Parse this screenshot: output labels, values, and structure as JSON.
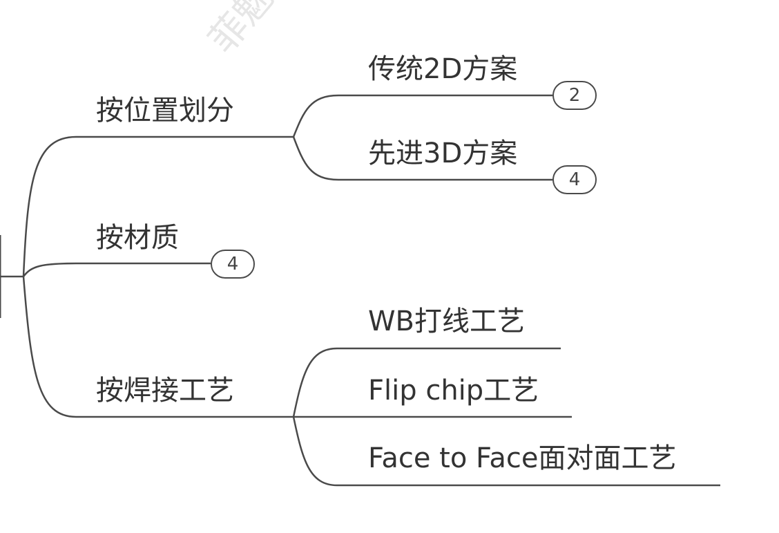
{
  "watermark": "菲魅Te",
  "root": {
    "children": [
      {
        "label": "按位置划分",
        "children": [
          {
            "label": "传统2D方案",
            "badge": "2"
          },
          {
            "label": "先进3D方案",
            "badge": "4"
          }
        ]
      },
      {
        "label": "按材质",
        "badge": "4"
      },
      {
        "label": "按焊接工艺",
        "children": [
          {
            "label": "WB打线工艺"
          },
          {
            "label": "Flip chip工艺"
          },
          {
            "label": "Face to Face面对面工艺"
          }
        ]
      }
    ]
  },
  "colors": {
    "line": "#4a4a4a",
    "text": "#333333"
  }
}
